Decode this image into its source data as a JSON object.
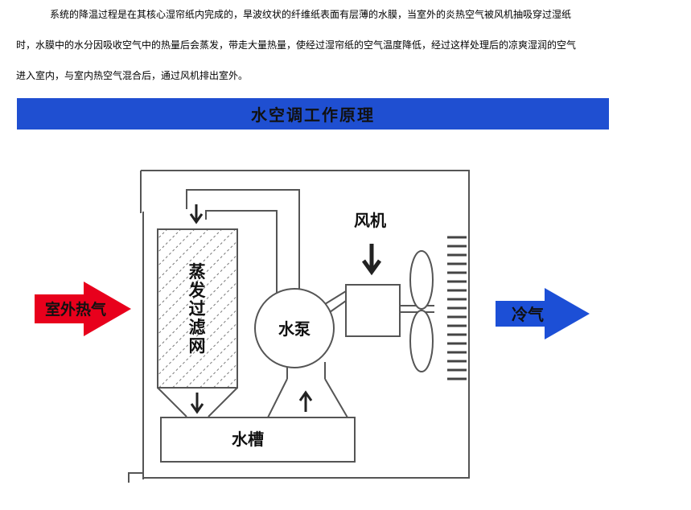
{
  "intro": {
    "lines": [
      "系统的降温过程是在其核心湿帘纸内完成的，旱波纹状的纤维纸表面有层薄的水膜，当室外的炎热空气被风机抽吸穿过湿纸",
      "时，水膜中的水分因吸收空气中的热量后会蒸发，带走大量热量，使经过湿帘纸的空气温度降低，经过这样处理后的凉爽湿润的空气",
      "进入室内，与室内热空气混合后，通过风机排出室外。"
    ]
  },
  "banner": {
    "title": "水空调工作原理",
    "color": "#1f4fd1"
  },
  "diagram": {
    "hot_air_label": "室外热气",
    "cold_air_label": "冷气",
    "fan_label": "风机",
    "filter_label": [
      "蒸",
      "发",
      "过",
      "滤",
      "网"
    ],
    "pump_label": "水泵",
    "tank_label": "水槽",
    "colors": {
      "hot_arrow": "#e8001c",
      "cold_arrow": "#1c4fd6",
      "line": "#555555",
      "text": "#111111"
    }
  }
}
